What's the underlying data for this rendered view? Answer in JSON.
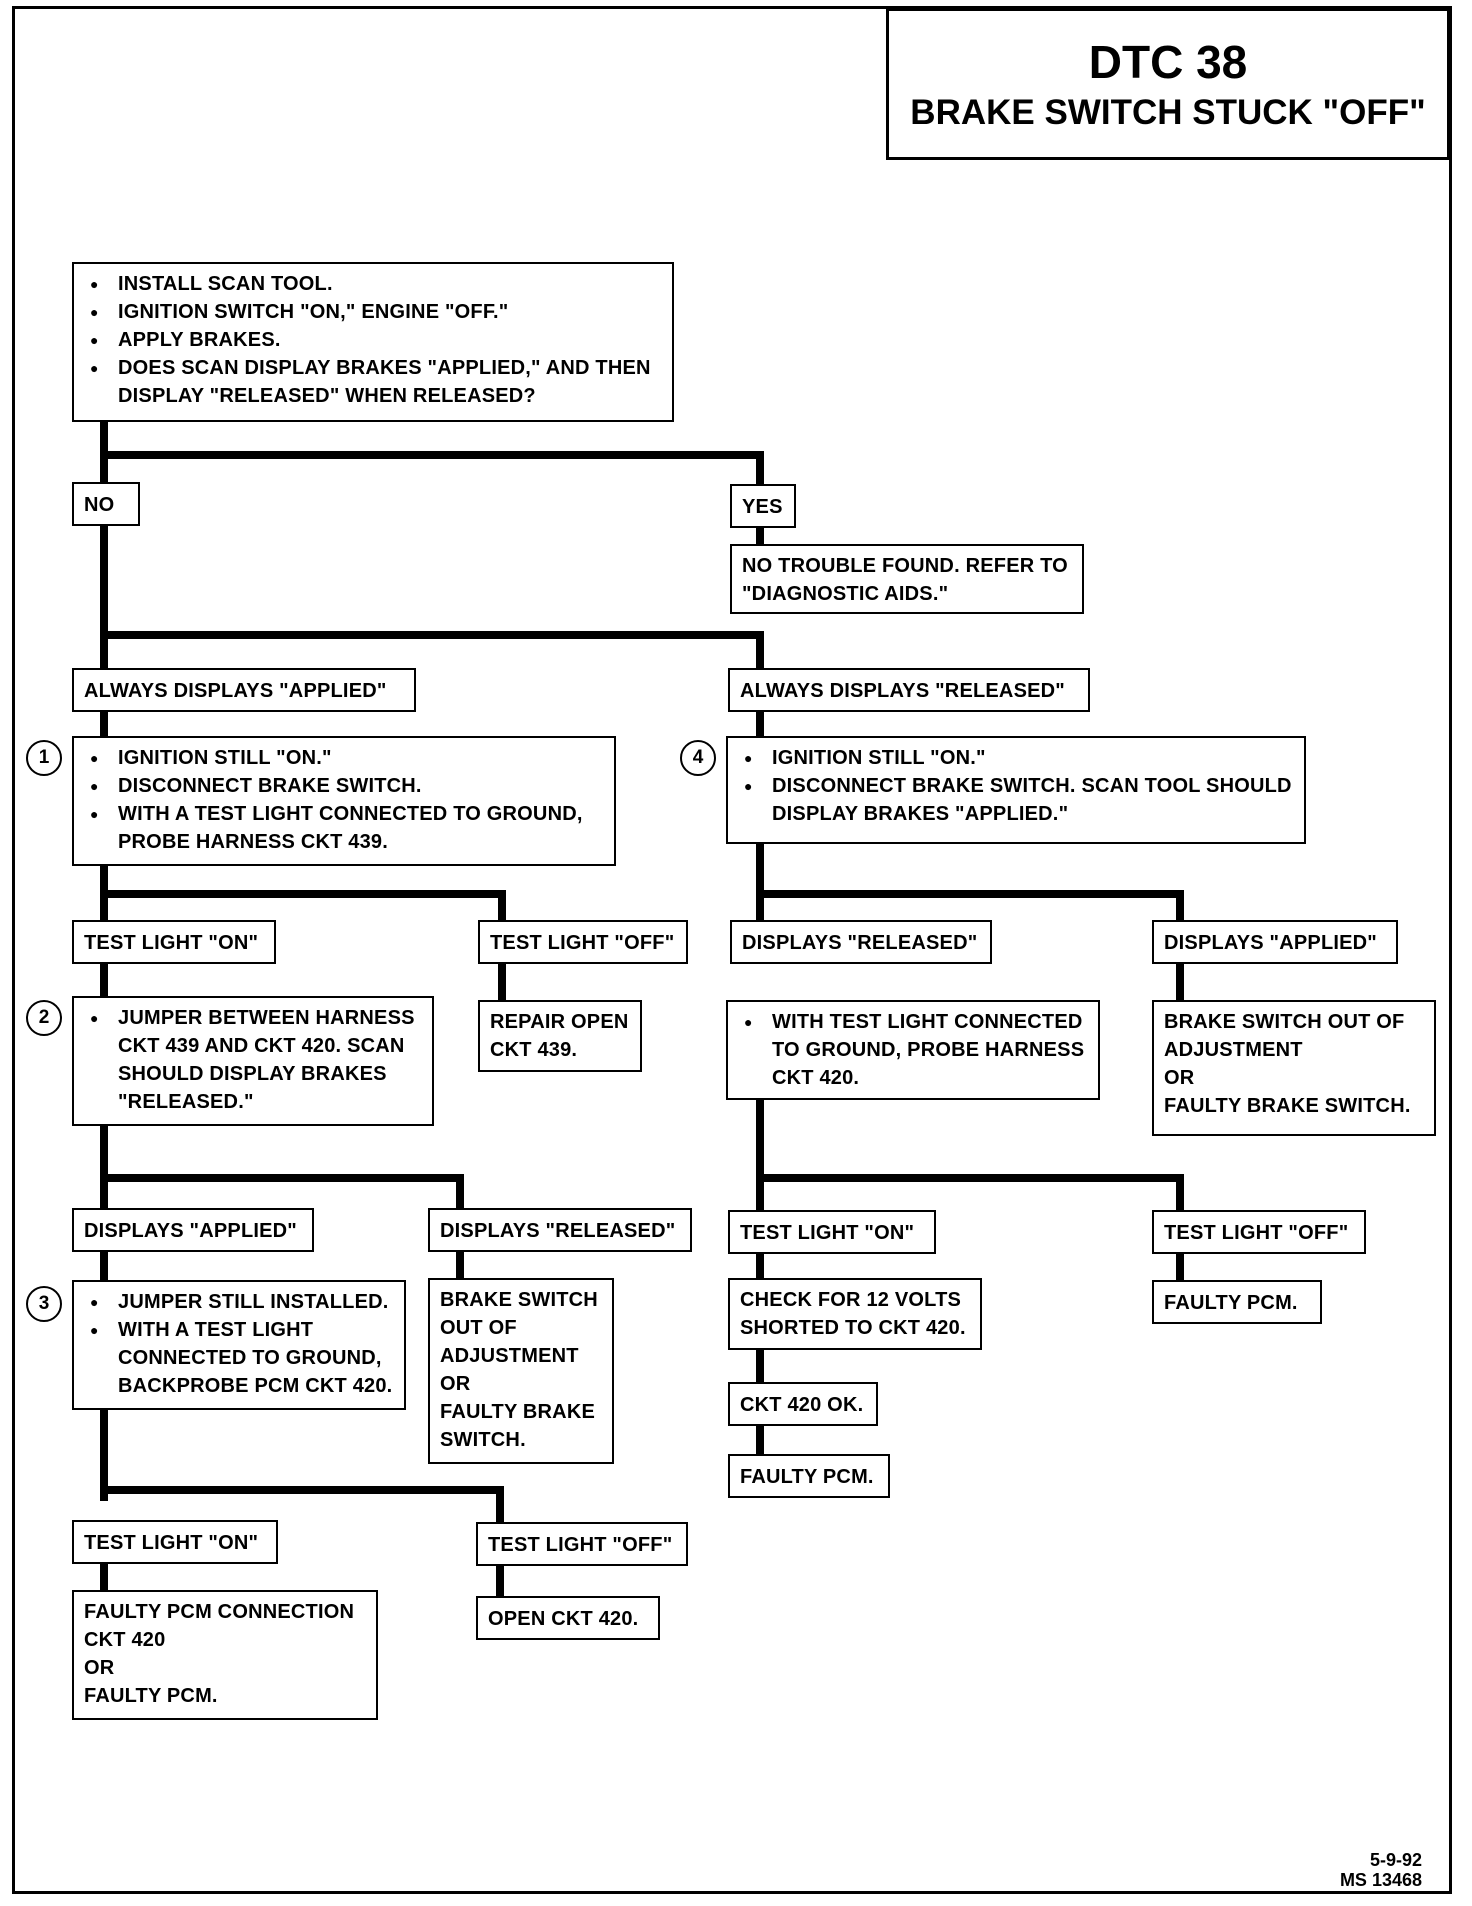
{
  "title": {
    "code": "DTC 38",
    "subtitle": "BRAKE SWITCH STUCK \"OFF\""
  },
  "nodes": {
    "start": [
      "INSTALL SCAN TOOL.",
      "IGNITION SWITCH \"ON,\" ENGINE \"OFF.\"",
      "APPLY BRAKES.",
      "DOES SCAN DISPLAY BRAKES \"APPLIED,\" AND THEN DISPLAY \"RELEASED\" WHEN RELEASED?"
    ],
    "no_label": "NO",
    "yes_label": "YES",
    "yes_result": [
      "NO TROUBLE FOUND.  REFER TO",
      "\"DIAGNOSTIC AIDS.\""
    ],
    "always_applied": "ALWAYS DISPLAYS \"APPLIED\"",
    "always_released": "ALWAYS DISPLAYS \"RELEASED\"",
    "step1": {
      "number": "1",
      "items": [
        "IGNITION STILL \"ON.\"",
        "DISCONNECT BRAKE SWITCH.",
        "WITH A TEST LIGHT CONNECTED TO GROUND, PROBE HARNESS CKT 439."
      ]
    },
    "step4": {
      "number": "4",
      "items": [
        "IGNITION STILL \"ON.\"",
        "DISCONNECT BRAKE SWITCH. SCAN TOOL SHOULD DISPLAY BRAKES \"APPLIED.\""
      ]
    },
    "s1_light_on": "TEST LIGHT \"ON\"",
    "s1_light_off": "TEST LIGHT \"OFF\"",
    "repair_open_439": [
      "REPAIR OPEN",
      "CKT 439."
    ],
    "s4_displays_released": "DISPLAYS \"RELEASED\"",
    "s4_displays_applied": "DISPLAYS \"APPLIED\"",
    "step2": {
      "number": "2",
      "items": [
        "JUMPER BETWEEN HARNESS CKT 439 AND CKT 420.  SCAN SHOULD DISPLAY BRAKES \"RELEASED.\""
      ]
    },
    "probe_420": {
      "items": [
        "WITH TEST LIGHT CONNECTED TO GROUND, PROBE HARNESS CKT 420."
      ]
    },
    "brake_switch_adjust_right": [
      "BRAKE SWITCH OUT OF",
      "ADJUSTMENT",
      "OR",
      "FAULTY BRAKE SWITCH."
    ],
    "s2_displays_applied": "DISPLAYS \"APPLIED\"",
    "s2_displays_released": "DISPLAYS \"RELEASED\"",
    "p420_light_on": "TEST LIGHT \"ON\"",
    "p420_light_off": "TEST LIGHT \"OFF\"",
    "step3": {
      "number": "3",
      "items": [
        "JUMPER STILL INSTALLED.",
        "WITH A TEST LIGHT CONNECTED TO GROUND, BACKPROBE PCM CKT 420."
      ]
    },
    "brake_switch_adjust_mid": [
      "BRAKE SWITCH",
      "OUT OF",
      "ADJUSTMENT",
      "OR",
      "FAULTY BRAKE",
      "SWITCH."
    ],
    "check_12v": [
      "CHECK FOR 12 VOLTS",
      "SHORTED TO CKT 420."
    ],
    "faulty_pcm_right": "FAULTY PCM.",
    "ckt420_ok": "CKT 420 OK.",
    "faulty_pcm_mid": "FAULTY PCM.",
    "s3_light_on": "TEST LIGHT \"ON\"",
    "s3_light_off": "TEST LIGHT \"OFF\"",
    "faulty_pcm_connection": [
      "FAULTY PCM CONNECTION",
      "CKT 420",
      "OR",
      "FAULTY PCM."
    ],
    "open_ckt420": "OPEN CKT 420."
  },
  "footer": {
    "date": "5-9-92",
    "ref": "MS 13468"
  }
}
